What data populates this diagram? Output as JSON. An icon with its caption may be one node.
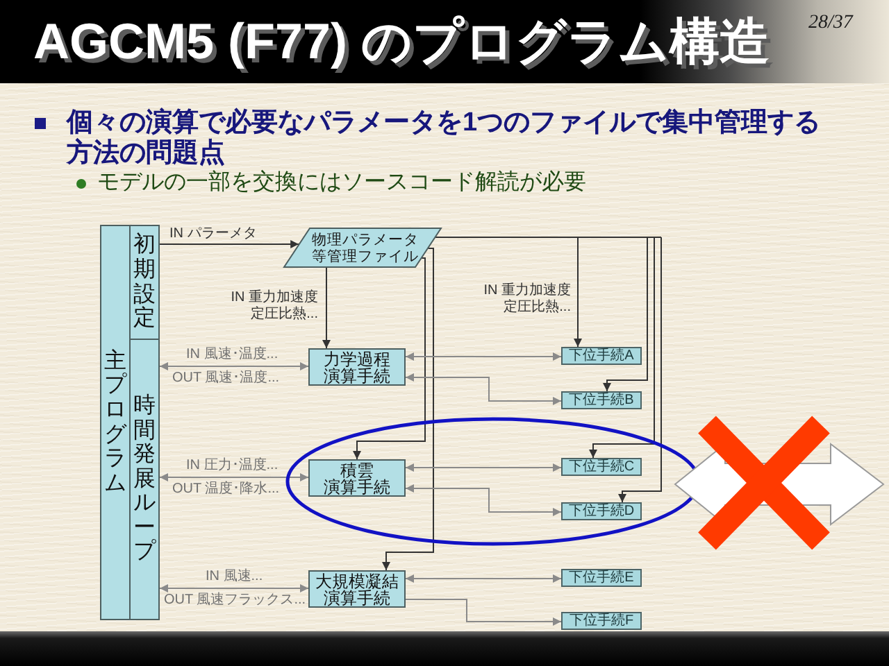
{
  "diagram": {
    "title": "AGCM5 (F77) のプログラム構造",
    "nodes": [
      {
        "text": [
          "主プログラム"
        ]
      },
      {
        "text": [
          "初期設定"
        ]
      },
      {
        "text": [
          "時間発展ループ"
        ]
      },
      {
        "text": [
          "物理パラメータ等管理ファイル"
        ]
      },
      {
        "text": [
          "力学過程",
          "演算手続"
        ]
      },
      {
        "text": [
          "積雲",
          "演算手続"
        ]
      },
      {
        "text": [
          "大規模凝結",
          "演算手続"
        ]
      },
      {
        "text": [
          "下位手続A"
        ]
      },
      {
        "text": [
          "下位手続B"
        ]
      },
      {
        "text": [
          "下位手続C"
        ]
      },
      {
        "text": [
          "下位手続D"
        ]
      },
      {
        "text": [
          "下位手続E"
        ]
      },
      {
        "text": [
          "下位手続F"
        ]
      }
    ],
    "edges": [
      {
        "from": 1,
        "to": 3,
        "arrow": "to",
        "label": "IN パラーメタ",
        "color": "#333333"
      },
      {
        "from": 3,
        "to": 4,
        "arrow": "to",
        "label": "IN 重力加速度定圧比熱...",
        "color": "#333333"
      },
      {
        "from": 3,
        "to": 5,
        "arrow": "to",
        "color": "#333333"
      },
      {
        "from": 3,
        "to": 6,
        "arrow": "to",
        "color": "#333333"
      },
      {
        "from": 3,
        "to": 7,
        "arrow": "to",
        "label": "IN 重力加速度定圧比熱...",
        "color": "#333333"
      },
      {
        "from": 3,
        "to": 8,
        "arrow": "to",
        "color": "#333333"
      },
      {
        "from": 3,
        "to": 9,
        "arrow": "to",
        "color": "#333333"
      },
      {
        "from": 3,
        "to": 10,
        "arrow": "to",
        "color": "#333333"
      },
      {
        "from": 2,
        "to": 4,
        "arrow": "both",
        "label": "IN 風速･温度..."
      },
      {
        "from": 4,
        "to": 7,
        "arrow": "both"
      },
      {
        "from": 4,
        "to": 8,
        "arrow": "both"
      },
      {
        "from": 2,
        "to": 5,
        "arrow": "both",
        "label": "IN 圧力･温度..."
      },
      {
        "from": 5,
        "to": 9,
        "arrow": "both"
      },
      {
        "from": 5,
        "to": 10,
        "arrow": "both"
      },
      {
        "from": 2,
        "to": 6,
        "arrow": "both",
        "label": "IN 風速..."
      },
      {
        "from": 6,
        "to": 11,
        "arrow": "both"
      },
      {
        "from": 6,
        "to": 12,
        "arrow": "to"
      }
    ],
    "labels": [
      "28/37",
      "個々の演算で必要なパラメータを1つのファイルで集中管理する方法の問題点",
      "モデルの一部を交換にはソースコード解読が必要",
      "OUT 風速･温度...",
      "OUT 温度･降水...",
      "OUT 風速フラックス..."
    ]
  }
}
